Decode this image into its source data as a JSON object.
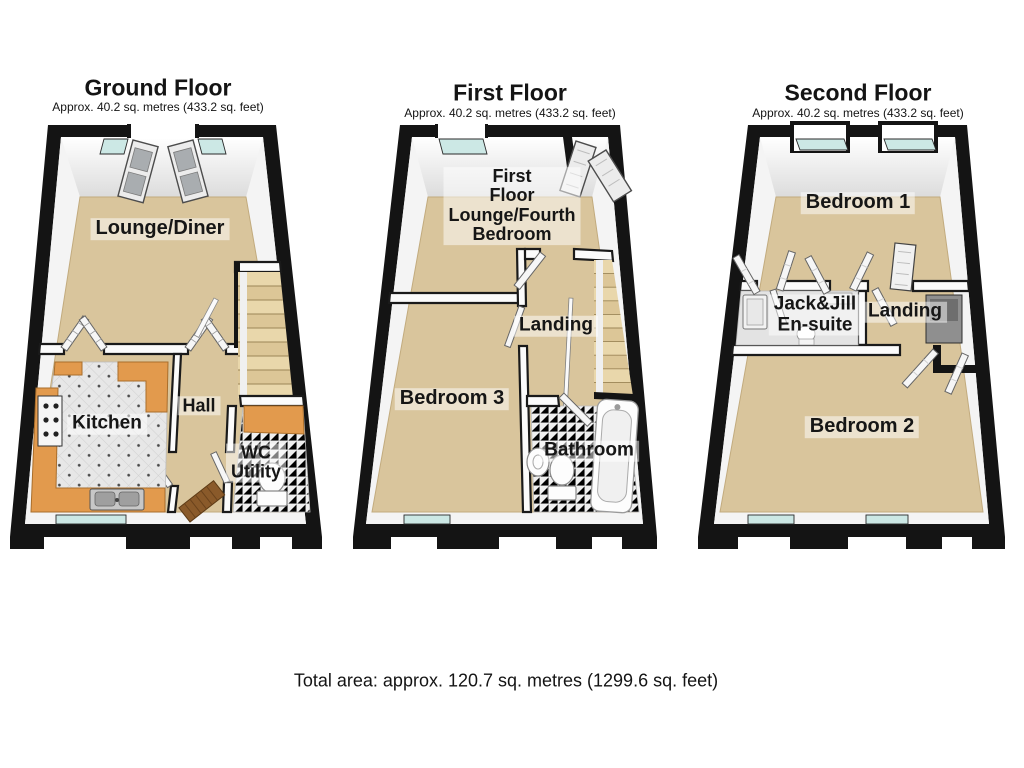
{
  "page": {
    "background": "#ffffff"
  },
  "floors": [
    {
      "title": "Ground Floor",
      "subtitle": "Approx. 40.2 sq. metres (433.2 sq. feet)",
      "rooms": {
        "lounge_diner": "Lounge/Diner",
        "kitchen": "Kitchen",
        "hall": "Hall",
        "wc_utility": "WC\nUtility"
      },
      "fixtures": [
        "double entry doors",
        "glazed internal doors",
        "kitchen counters",
        "hob",
        "double sink",
        "staircase",
        "toilet",
        "doormat",
        "window"
      ]
    },
    {
      "title": "First Floor",
      "subtitle": "Approx. 40.2 sq. metres (433.2 sq. feet)",
      "rooms": {
        "lounge_fourth_bedroom": "First\nFloor\nLounge/Fourth\nBedroom",
        "landing": "Landing",
        "bedroom_3": "Bedroom 3",
        "bathroom": "Bathroom"
      },
      "fixtures": [
        "window",
        "staircase",
        "banister",
        "bathtub",
        "toilet",
        "basin",
        "doors"
      ]
    },
    {
      "title": "Second Floor",
      "subtitle": "Approx. 40.2 sq. metres (433.2 sq. feet)",
      "rooms": {
        "bedroom_1": "Bedroom 1",
        "jack_jill_ensuite": "Jack&Jill\nEn-suite",
        "landing": "Landing",
        "bedroom_2": "Bedroom 2"
      },
      "fixtures": [
        "two windows",
        "wardrobe doors",
        "shower",
        "toilet",
        "vanity",
        "stair void",
        "doors"
      ]
    }
  ],
  "footer": {
    "total_area": "Total area: approx. 120.7 sq. metres (1299.6 sq. feet)"
  },
  "colors": {
    "wall": "#141414",
    "floor_carpet": "#d9c59c",
    "kitchen_counter": "#e29a4d",
    "window_glass": "#cce8e5",
    "tile": "#e7e7e7",
    "stair_tread": "#e9d7ab",
    "label_text": "#161616"
  }
}
